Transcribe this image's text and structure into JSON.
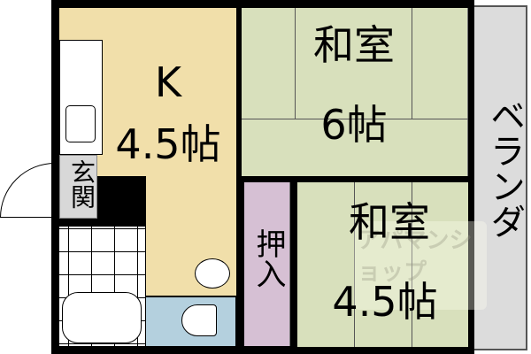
{
  "rooms": {
    "kitchen": {
      "name": "K",
      "size": "4.5帖"
    },
    "washitsu_6": {
      "name": "和室",
      "size": "6帖"
    },
    "washitsu_45": {
      "name": "和室",
      "size": "4.5帖"
    },
    "closet": {
      "name": "押入"
    },
    "entrance": {
      "name": "玄関"
    },
    "veranda": {
      "name": "ベランダ"
    }
  },
  "watermark": {
    "text": "アパマンショップ"
  },
  "colors": {
    "kitchen": "#f1dfaa",
    "washitsu": "#d8e0bc",
    "closet": "#d6c0d4",
    "toilet": "#b4d0de",
    "entrance": "#d8d8d8",
    "veranda": "#dcdcdc"
  }
}
